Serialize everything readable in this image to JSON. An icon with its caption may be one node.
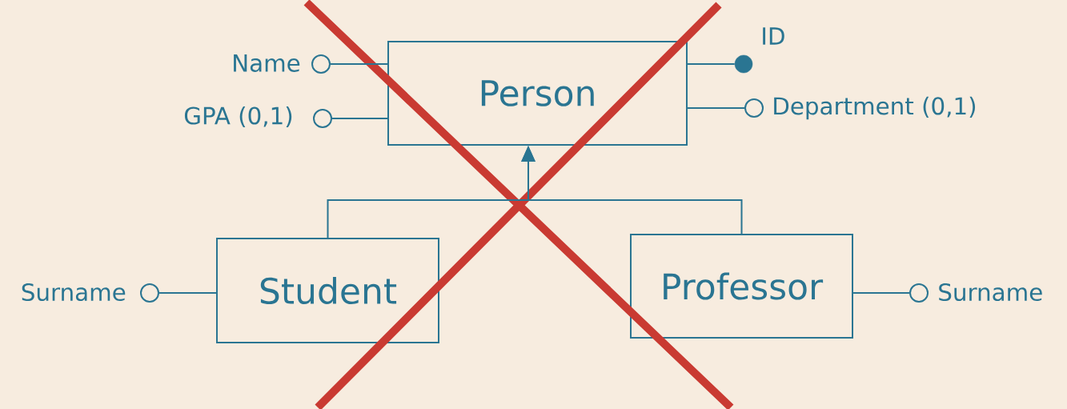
{
  "diagram": {
    "nodes": [
      {
        "text": [
          "Person"
        ]
      },
      {
        "text": [
          "Student"
        ]
      },
      {
        "text": [
          "Professor"
        ]
      },
      {
        "text": [],
        "shape": "circle",
        "beside": [
          "Name"
        ]
      },
      {
        "text": [],
        "shape": "circle",
        "beside": [
          "GPA (0,1)"
        ]
      },
      {
        "text": [],
        "shape": "dot",
        "beside": [
          "ID"
        ]
      },
      {
        "text": [],
        "shape": "circle",
        "beside": [
          "Department (0,1)"
        ]
      },
      {
        "text": [],
        "shape": "circle",
        "beside": [
          "Surname"
        ]
      },
      {
        "text": [],
        "shape": "circle",
        "beside": [
          "Surname"
        ]
      }
    ],
    "edges": [
      {
        "from": 1,
        "to": 0,
        "arrow": "to"
      },
      {
        "from": 2,
        "to": 0,
        "arrow": "to"
      },
      {
        "from": 0,
        "to": 3,
        "arrow": "none"
      },
      {
        "from": 0,
        "to": 4,
        "arrow": "none"
      },
      {
        "from": 0,
        "to": 5,
        "arrow": "none"
      },
      {
        "from": 0,
        "to": 6,
        "arrow": "none"
      },
      {
        "from": 1,
        "to": 7,
        "arrow": "none"
      },
      {
        "from": 2,
        "to": 8,
        "arrow": "none"
      }
    ]
  }
}
